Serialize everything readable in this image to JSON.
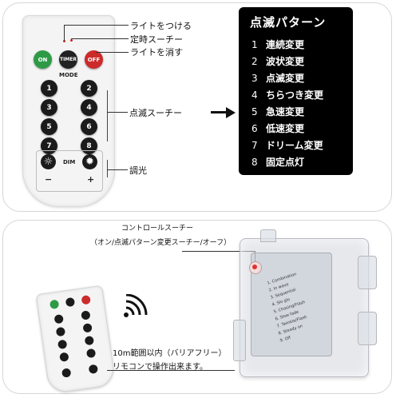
{
  "top": {
    "remote": {
      "row1": [
        "ON",
        "TIMER",
        "OFF"
      ],
      "mode_label": "MODE",
      "left_numbers": [
        "1",
        "3",
        "5",
        "7"
      ],
      "right_numbers": [
        "2",
        "4",
        "6",
        "8"
      ],
      "dim_label": "DIM",
      "minus": "−",
      "plus": "+"
    },
    "callouts": {
      "light_on": "ライトをつける",
      "timer_switch": "定時スーチー",
      "light_off": "ライトを消す",
      "pattern_switch": "点滅スーチー",
      "dimmer": "調光"
    },
    "pattern_box": {
      "title": "点滅パターン",
      "items": [
        {
          "num": "1",
          "label": "連続変更"
        },
        {
          "num": "2",
          "label": "波状変更"
        },
        {
          "num": "3",
          "label": "点滅変更"
        },
        {
          "num": "4",
          "label": "ちらつき変更"
        },
        {
          "num": "5",
          "label": "急速変更"
        },
        {
          "num": "6",
          "label": "低速変更"
        },
        {
          "num": "7",
          "label": "ドリーム変更"
        },
        {
          "num": "8",
          "label": "固定点灯"
        }
      ]
    }
  },
  "bottom": {
    "controller_label": "コントロールスーチー",
    "controller_sub": "（オン/点滅パターン変更スーチー/オーフ）",
    "battery_list": [
      "1. Combination",
      "2. In wave",
      "3. Sequential",
      "4. Slo glo",
      "5. Chasing/Flash",
      "6. Slow fade",
      "7. Twinkle/Flash",
      "8. Steady on",
      "9. Off"
    ],
    "range_line1": "10m範囲以内（バリアフリー）",
    "range_line2": "リモコンで操作出来ます。"
  },
  "colors": {
    "on_green": "#2e9a46",
    "off_red": "#cc2b2b",
    "pattern_bg": "#000000"
  }
}
